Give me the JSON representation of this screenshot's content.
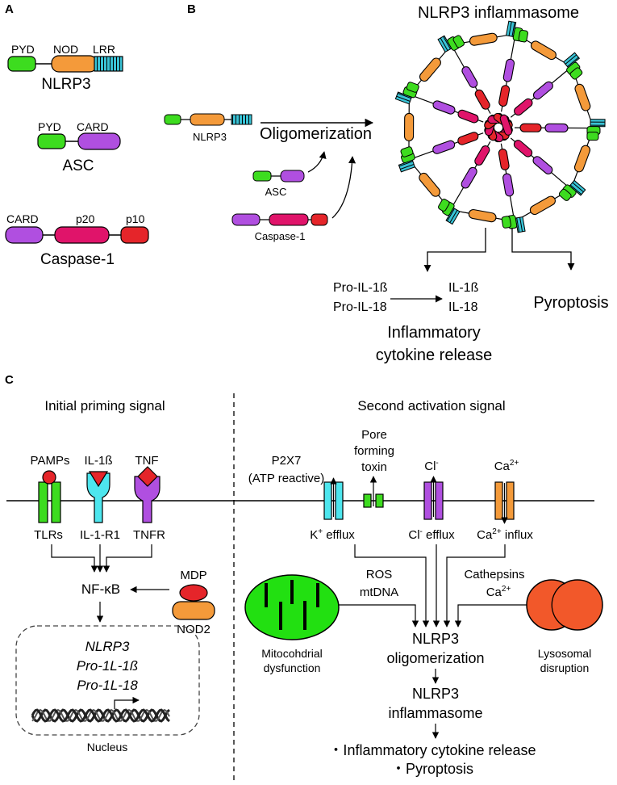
{
  "colors": {
    "pyd": "#3ddc1f",
    "nod": "#f49a3a",
    "lrr": "#39c3d6",
    "card": "#b04fe0",
    "p20": "#e0146a",
    "p10": "#e5252a",
    "mito": "#22e011",
    "lyso": "#f2582a",
    "nucleus_border": "#444444"
  },
  "panel_a": {
    "letter": "A",
    "nlrp3": {
      "pyd": "PYD",
      "nod": "NOD",
      "lrr": "LRR",
      "name": "NLRP3"
    },
    "asc": {
      "pyd": "PYD",
      "card": "CARD",
      "name": "ASC"
    },
    "caspase": {
      "card": "CARD",
      "p20": "p20",
      "p10": "p10",
      "name": "Caspase-1"
    }
  },
  "panel_b": {
    "letter": "B",
    "title": "NLRP3 inflammasome",
    "nlrp3_label": "NLRP3",
    "asc_label": "ASC",
    "caspase_label": "Caspase-1",
    "oligomerization": "Oligomerization",
    "pro_il1b": "Pro-IL-1ß",
    "pro_il18": "Pro-IL-18",
    "il1b": "IL-1ß",
    "il18": "IL-18",
    "cytokine_line1": "Inflammatory",
    "cytokine_line2": "cytokine release",
    "pyroptosis": "Pyroptosis"
  },
  "panel_c": {
    "letter": "C",
    "left_title": "Initial priming signal",
    "right_title": "Second activation signal",
    "pamps": "PAMPs",
    "il1b": "IL-1ß",
    "tnf": "TNF",
    "tlrs": "TLRs",
    "il1r1": "IL-1-R1",
    "tnfr": "TNFR",
    "mdp": "MDP",
    "nod2": "NOD2",
    "nfkb": "NF-κB",
    "gene1": "NLRP3",
    "gene2": "Pro-1L-1ß",
    "gene3": "Pro-1L-18",
    "nucleus": "Nucleus",
    "p2x7_line1": "P2X7",
    "p2x7_line2": "(ATP reactive)",
    "pore_line1": "Pore",
    "pore_line2": "forming",
    "pore_line3": "toxin",
    "cl": "Cl",
    "cl_sup": "-",
    "ca": "Ca",
    "ca_sup": "2+",
    "k_efflux_pre": "K",
    "k_sup": "+",
    "k_efflux_post": " efflux",
    "cl_efflux_pre": "Cl",
    "cl_efflux_sup": "-",
    "cl_efflux_post": " efflux",
    "ca_influx_pre": "Ca",
    "ca_influx_sup": "2+",
    "ca_influx_post": " influx",
    "ros": "ROS",
    "mtdna": "mtDNA",
    "cathepsins": "Cathepsins",
    "lyso_ca": "Ca",
    "lyso_ca_sup": "2+",
    "mito_line1": "Mitocohdrial",
    "mito_line2": "dysfunction",
    "lyso_line1": "Lysosomal",
    "lyso_line2": "disruption",
    "olig_line1": "NLRP3",
    "olig_line2": "oligomerization",
    "infl_line1": "NLRP3",
    "infl_line2": "inflammasome",
    "bullet1": "・Inflammatory cytokine release",
    "bullet2": "・Pyroptosis"
  }
}
